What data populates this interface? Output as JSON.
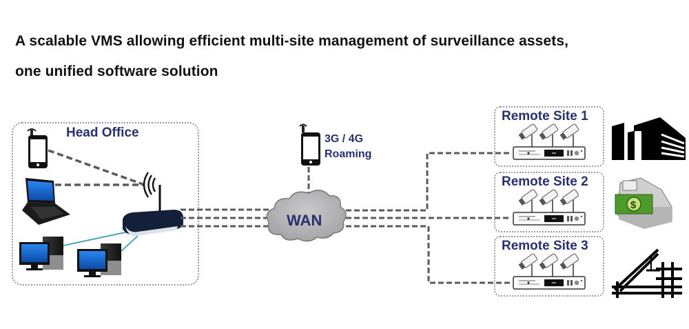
{
  "headline": {
    "line1": "A scalable VMS allowing efficient multi-site management of surveillance assets,",
    "line2": "one unified software solution"
  },
  "diagram": {
    "head_office": {
      "label": "Head Office",
      "devices": [
        "smartphone-icon",
        "laptop-icon",
        "router-icon",
        "desktop-computer-icon",
        "desktop-computer-icon"
      ]
    },
    "roaming": {
      "line1": "3G / 4G",
      "line2": "Roaming"
    },
    "wan": {
      "label": "WAN"
    },
    "remote_sites": [
      {
        "label": "Remote Site 1",
        "cameras": 3,
        "site_type": "building-icon"
      },
      {
        "label": "Remote Site 2",
        "cameras": 3,
        "site_type": "cash-register-icon"
      },
      {
        "label": "Remote Site 3",
        "cameras": 3,
        "site_type": "construction-crane-icon"
      }
    ],
    "colors": {
      "label_text": "#28306e",
      "link_dash": "#5a5a5a",
      "lan_cable": "#4aa8c0",
      "cloud_fill": "#b4b4b6",
      "router_body": "#13203a",
      "monitor_screen": "#1e6fd8",
      "money_green": "#4f9a2c"
    }
  }
}
